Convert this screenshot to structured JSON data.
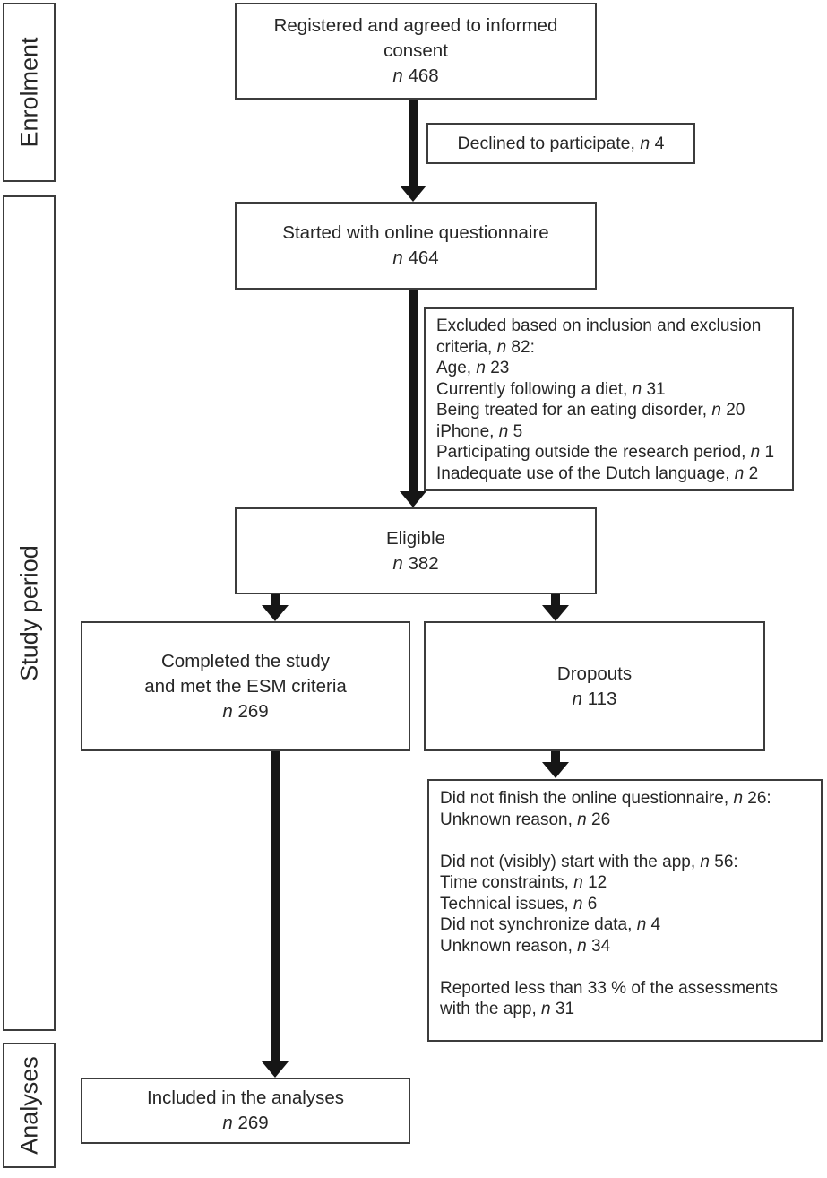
{
  "figure": {
    "type": "consort-flow-diagram",
    "colors": {
      "border": "#3c3c3c",
      "text": "#262626",
      "arrow": "#161616",
      "background": "#ffffff"
    }
  },
  "sidebar": {
    "labels": [
      {
        "id": "enrolment",
        "text": "Enrolment"
      },
      {
        "id": "study-period",
        "text": "Study period"
      },
      {
        "id": "analyses",
        "text": "Analyses"
      }
    ]
  },
  "boxes": {
    "registered": {
      "title": [
        "Registered and agreed to informed",
        "consent"
      ],
      "count": "n 468"
    },
    "declined": {
      "text": "Declined to participate, n 4"
    },
    "started": {
      "title": [
        "Started with online questionnaire"
      ],
      "count": "n 464"
    },
    "excluded": {
      "lines": [
        "Excluded based on inclusion and exclusion",
        "criteria, n 82:",
        "Age, n 23",
        "Currently following a diet, n 31",
        "Being treated for an eating disorder, n 20",
        "iPhone, n 5",
        "Participating outside the research period, n 1",
        "Inadequate use of the Dutch language, n 2"
      ]
    },
    "eligible": {
      "title": [
        "Eligible"
      ],
      "count": "n 382"
    },
    "completed": {
      "title": [
        "Completed the study",
        "and met the ESM criteria"
      ],
      "count": "n 269"
    },
    "dropouts": {
      "title": [
        "Dropouts"
      ],
      "count": "n 113"
    },
    "dropout_reasons": {
      "lines": [
        "Did not finish the online questionnaire, n 26:",
        "Unknown reason, n 26",
        "",
        "Did not (visibly) start with the app, n 56:",
        "Time constraints, n 12",
        "Technical issues, n 6",
        "Did not synchronize data, n 4",
        "Unknown reason, n 34",
        "",
        "Reported less than 33 % of the assessments",
        "with the app, n 31"
      ]
    },
    "included": {
      "title": [
        "Included in the analyses"
      ],
      "count": "n 269"
    }
  }
}
